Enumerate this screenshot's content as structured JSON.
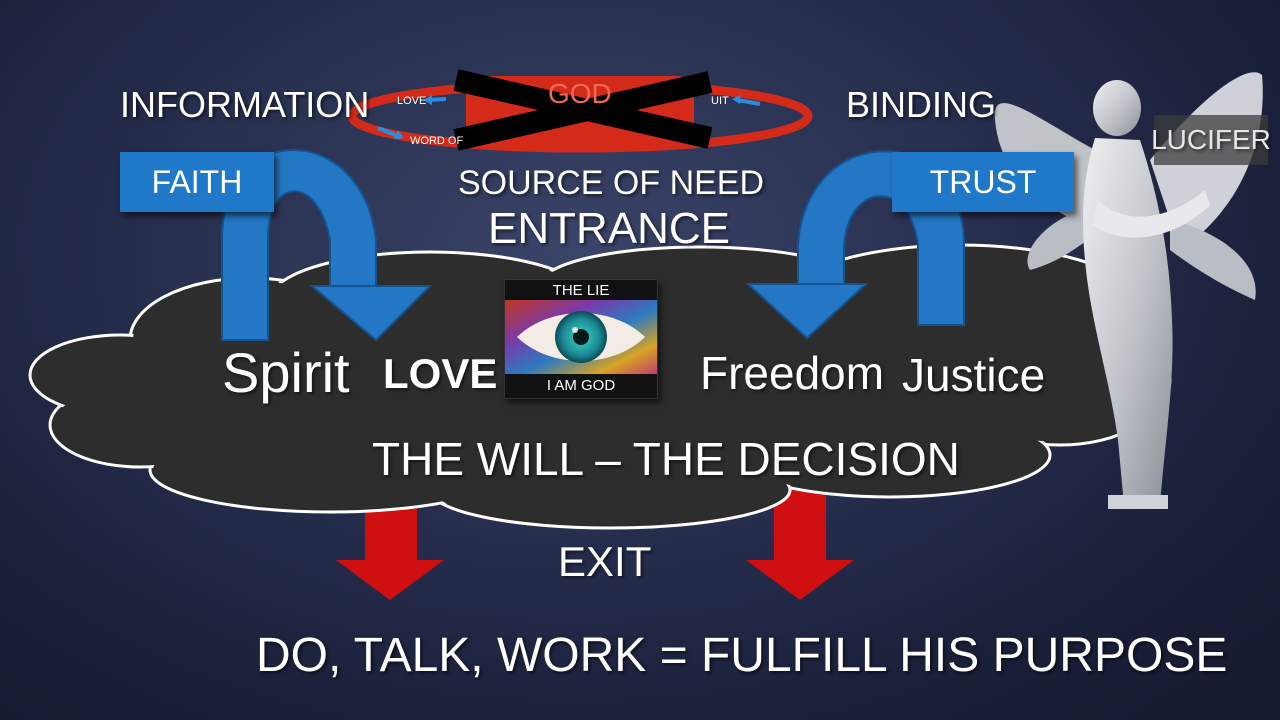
{
  "labels": {
    "information": "INFORMATION",
    "binding": "BINDING",
    "faith": "FAITH",
    "trust": "TRUST",
    "lucifer": "LUCIFER",
    "source_of_need": "SOURCE OF NEED",
    "entrance": "ENTRANCE",
    "spirit": "Spirit",
    "love": "LOVE",
    "freedom": "Freedom",
    "justice": "Justice",
    "will_decision": "THE WILL – THE DECISION",
    "exit": "EXIT",
    "purpose": "DO, TALK, WORK = FULFILL HIS PURPOSE"
  },
  "halo": {
    "center": "GOD",
    "ring_left_top": "LOVE",
    "ring_left_bottom": "WORD OF",
    "ring_right_top": "UIT"
  },
  "lie_card": {
    "top": "THE LIE",
    "bottom": "I AM GOD"
  },
  "colors": {
    "accent_blue": "#1f78c8",
    "arrow_blue": "#2377c4",
    "halo_red": "#d42a1a",
    "exit_red": "#d01010",
    "cloud": "#2d2d2d"
  }
}
